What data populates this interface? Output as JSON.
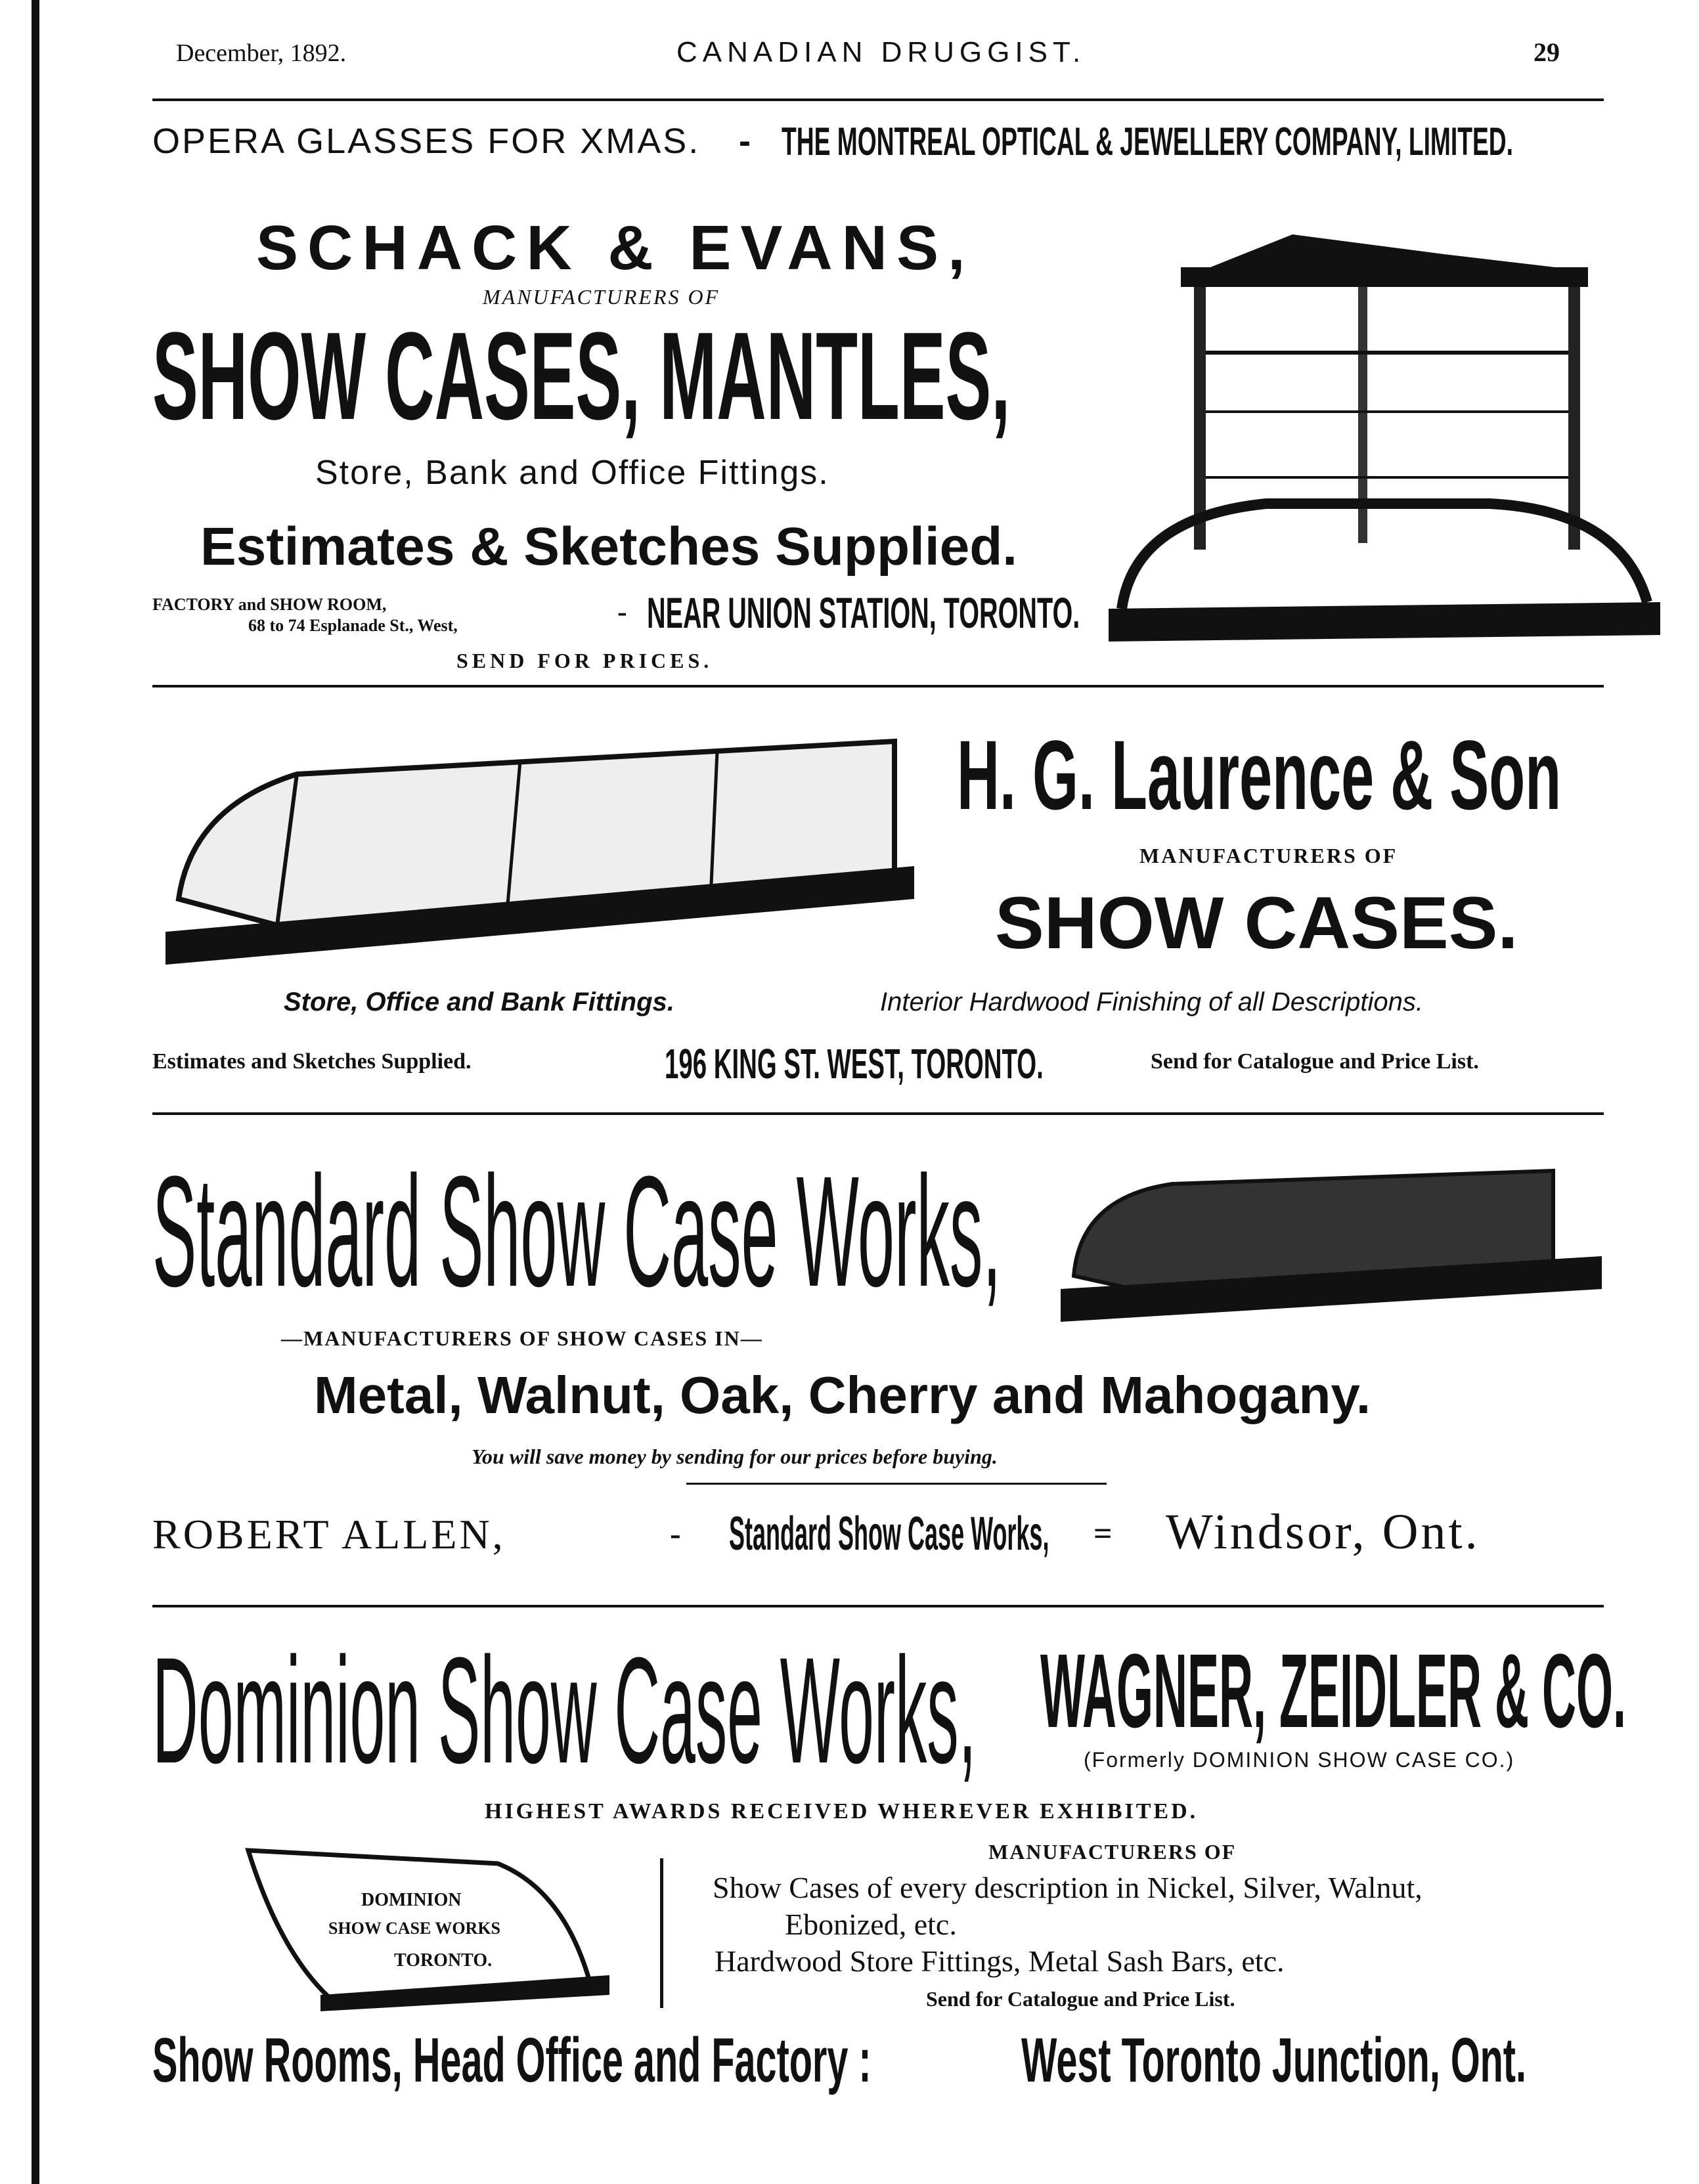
{
  "header": {
    "date": "December, 1892.",
    "journal": "CANADIAN DRUGGIST.",
    "page": "29"
  },
  "banner": {
    "left": "OPERA GLASSES FOR XMAS.",
    "sep": "-",
    "right": "THE MONTREAL OPTICAL & JEWELLERY COMPANY, LIMITED."
  },
  "schack": {
    "name": "SCHACK & EVANS,",
    "manufacturers_of": "MANUFACTURERS OF",
    "headline": "SHOW CASES, MANTLES,",
    "fittings": "Store, Bank and Office Fittings.",
    "estimates": "Estimates & Sketches Supplied.",
    "factory_line1": "FACTORY and SHOW ROOM,",
    "factory_line2": "68 to 74 Esplanade St., West,",
    "sep": "-",
    "location": "NEAR UNION STATION, TORONTO.",
    "send": "SEND FOR PRICES."
  },
  "laurence": {
    "name": "H. G. Laurence & Son",
    "manufacturers_of": "MANUFACTURERS OF",
    "headline": "SHOW CASES.",
    "fittings": "Store, Office and Bank Fittings.",
    "interior": "Interior Hardwood Finishing of all Descriptions.",
    "estimates": "Estimates and Sketches Supplied.",
    "address": "196 KING ST. WEST, TORONTO.",
    "send": "Send for Catalogue and Price List."
  },
  "standard": {
    "name": "Standard Show Case Works,",
    "manufacturers": "—MANUFACTURERS OF SHOW CASES IN—",
    "woods": "Metal, Walnut, Oak, Cherry and Mahogany.",
    "save": "You will save money by sending for our prices before buying.",
    "proprietor": "ROBERT ALLEN,",
    "sep1": "-",
    "works": "Standard Show Case Works,",
    "sep2": "=",
    "city": "Windsor, Ont."
  },
  "dominion": {
    "name": "Dominion Show Case Works,",
    "firm": "WAGNER, ZEIDLER & CO.",
    "formerly": "(Formerly DOMINION SHOW CASE CO.)",
    "awards": "HIGHEST AWARDS RECEIVED WHEREVER EXHIBITED.",
    "case_lettering": [
      "DOMINION",
      "SHOW CASE WORKS",
      "TORONTO."
    ],
    "manufacturers_of": "MANUFACTURERS OF",
    "line1": "Show Cases of every description in Nickel, Silver, Walnut,",
    "line2": "Ebonized, etc.",
    "line3": "Hardwood Store Fittings, Metal Sash Bars, etc.",
    "send": "Send for Catalogue and Price List.",
    "footer_left": "Show Rooms, Head Office and Factory :",
    "footer_right": "West Toronto Junction, Ont."
  }
}
